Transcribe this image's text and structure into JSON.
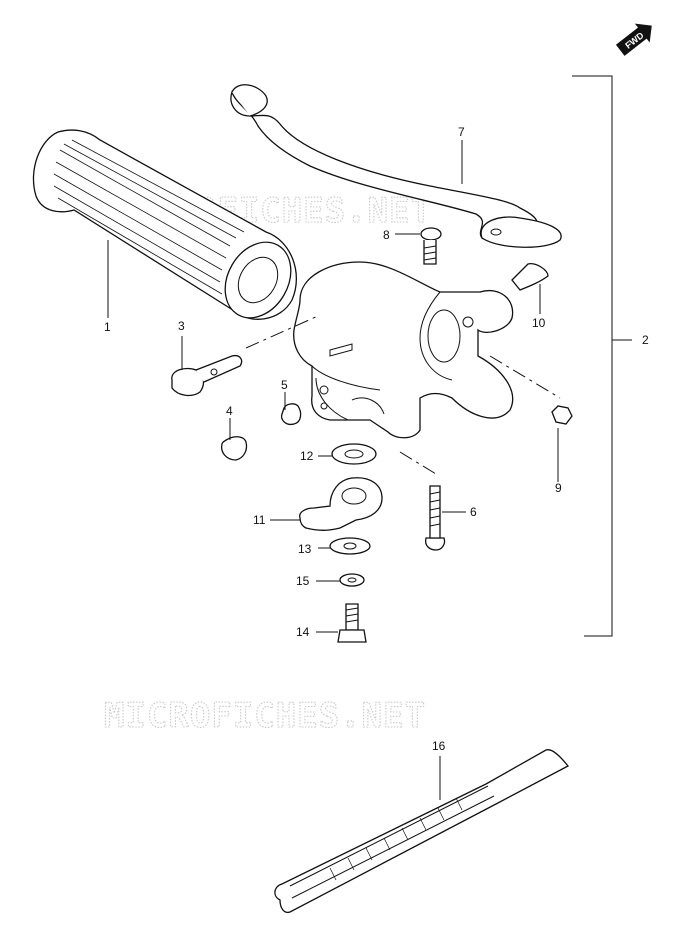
{
  "fwd_badge": "FWD",
  "watermark_top": "MICROFICHES.NET",
  "watermark_mid": "MICROFICHES.NET",
  "callouts": [
    {
      "id": "1",
      "label": "1"
    },
    {
      "id": "2",
      "label": "2"
    },
    {
      "id": "3",
      "label": "3"
    },
    {
      "id": "4",
      "label": "4"
    },
    {
      "id": "5",
      "label": "5"
    },
    {
      "id": "6",
      "label": "6"
    },
    {
      "id": "7",
      "label": "7"
    },
    {
      "id": "8",
      "label": "8"
    },
    {
      "id": "9",
      "label": "9"
    },
    {
      "id": "10",
      "label": "10"
    },
    {
      "id": "11",
      "label": "11"
    },
    {
      "id": "12",
      "label": "12"
    },
    {
      "id": "13",
      "label": "13"
    },
    {
      "id": "14",
      "label": "14"
    },
    {
      "id": "15",
      "label": "15"
    },
    {
      "id": "16",
      "label": "16"
    }
  ]
}
